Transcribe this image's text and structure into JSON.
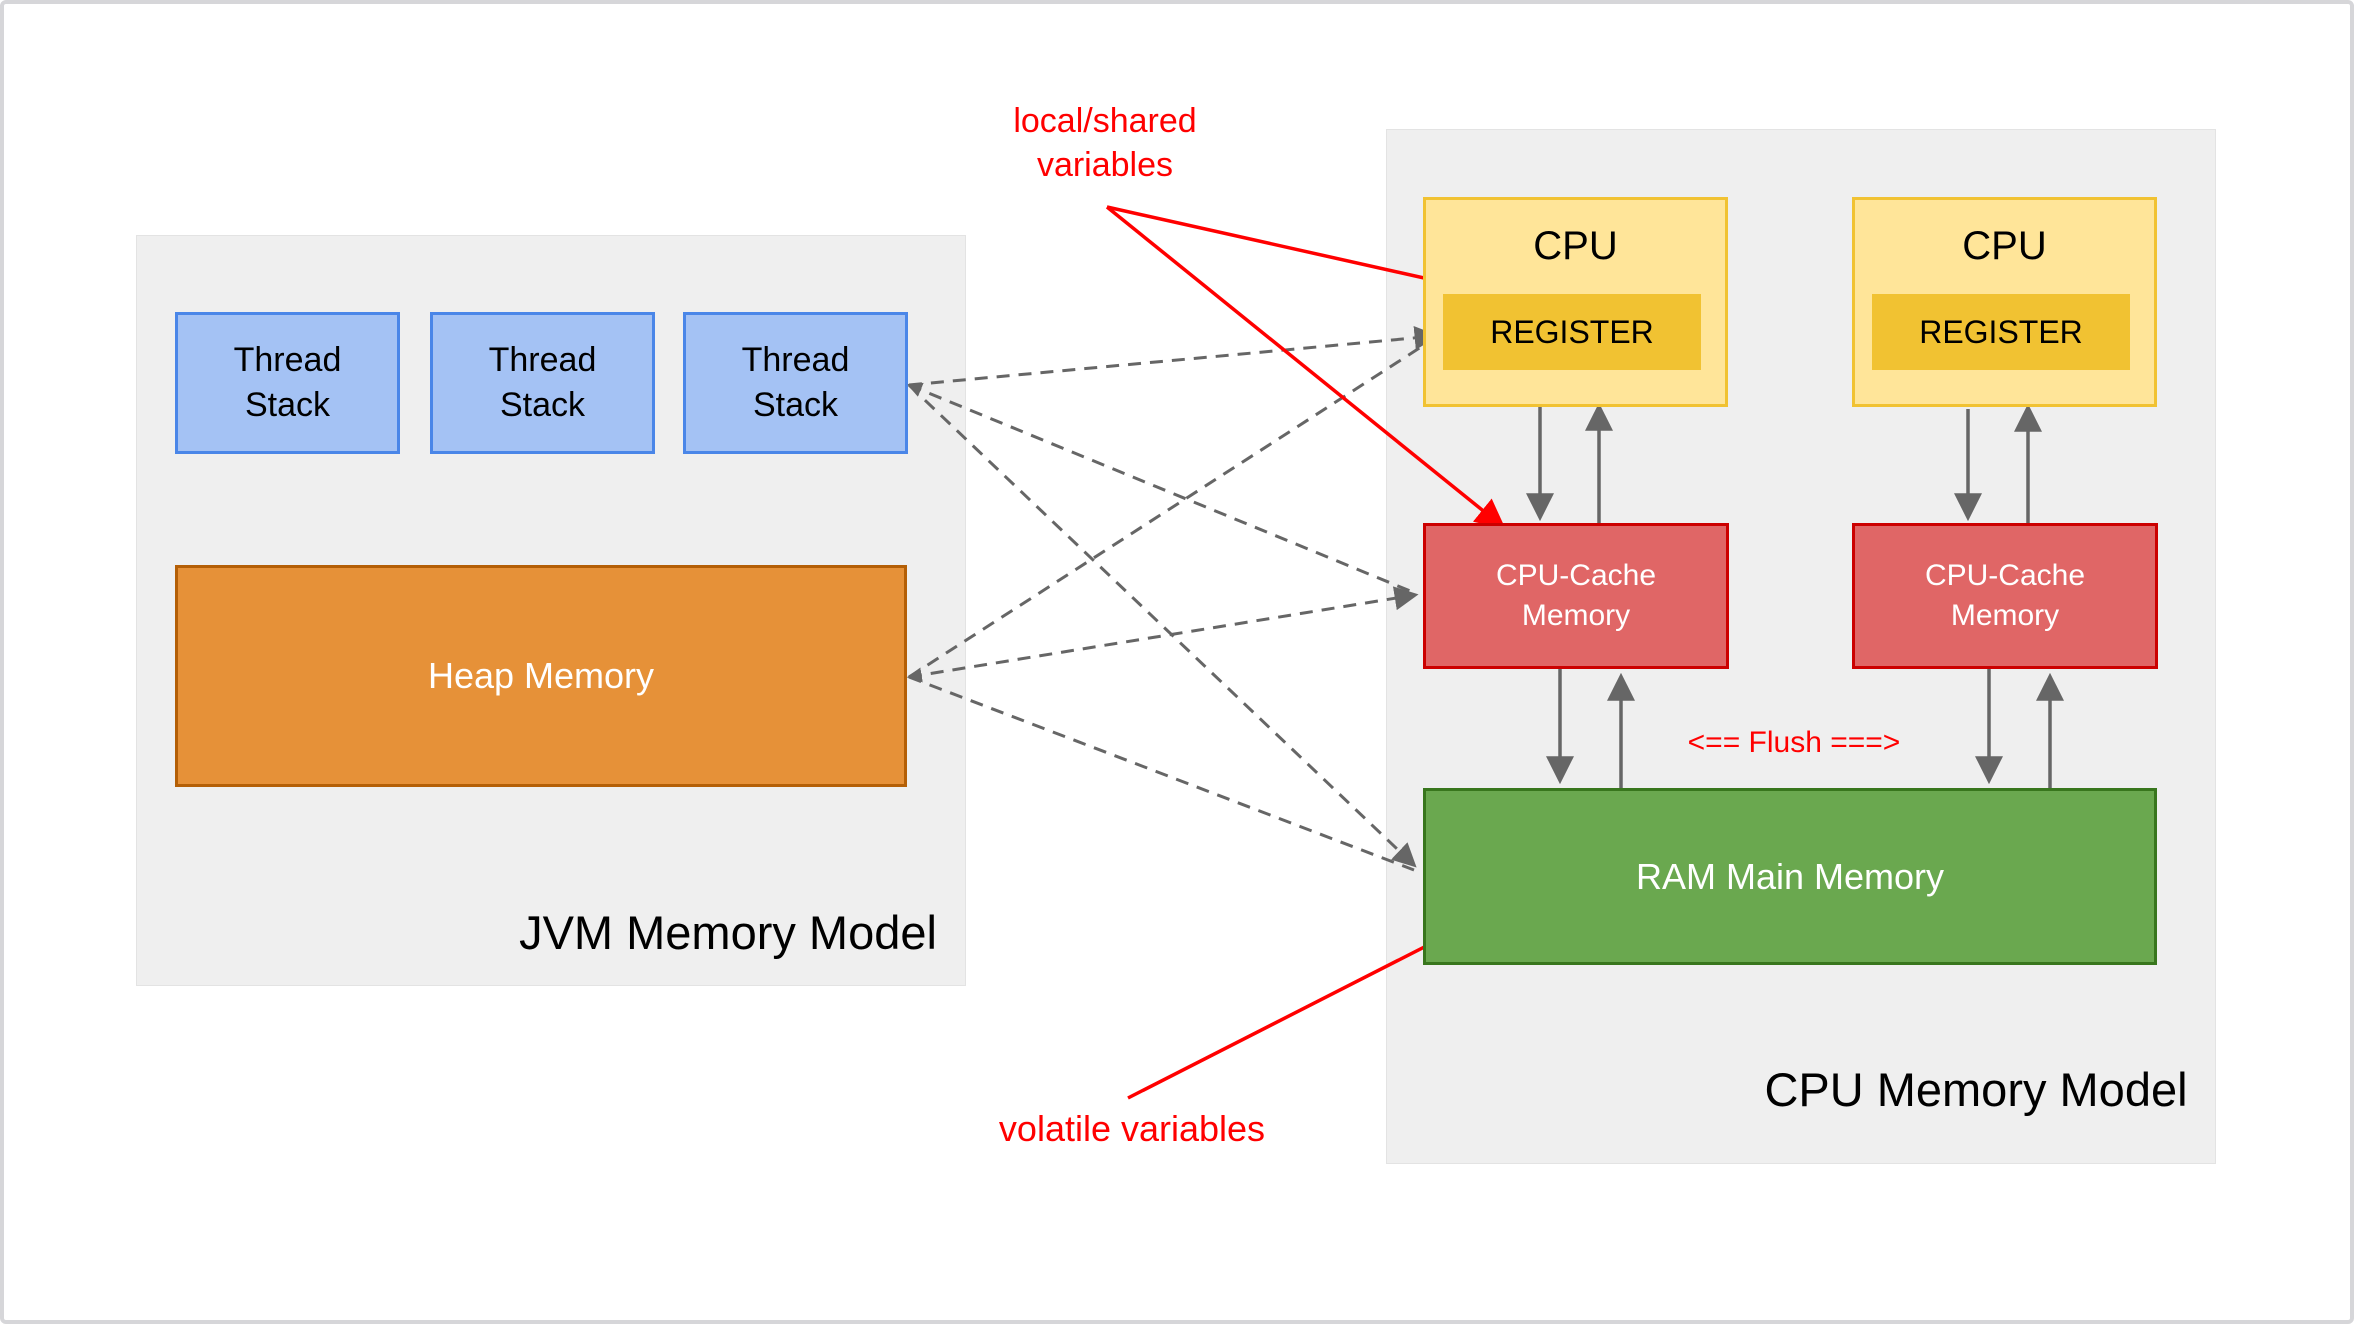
{
  "frame": {
    "background": "#ffffff",
    "border": "#d6d6d9"
  },
  "colors": {
    "container_bg": "#efefef",
    "thread_fill": "#a4c2f4",
    "thread_border": "#4a86e8",
    "heap_fill": "#e69138",
    "heap_border": "#b45f06",
    "cpu_fill": "#ffe599",
    "cpu_border": "#f1c232",
    "register_fill": "#f1c232",
    "cache_fill": "#e06666",
    "cache_border": "#cc0000",
    "ram_fill": "#6aa84f",
    "ram_border": "#38761d",
    "arrow_gray": "#666666",
    "arrow_red": "#ff0000",
    "text_dark": "#000000",
    "text_light": "#ffffff"
  },
  "jvm": {
    "title": "JVM Memory Model",
    "thread_stacks": [
      {
        "label": "Thread Stack"
      },
      {
        "label": "Thread Stack"
      },
      {
        "label": "Thread Stack"
      }
    ],
    "heap": {
      "label": "Heap Memory"
    }
  },
  "cpu_model": {
    "title": "CPU Memory Model",
    "flush_label": "<== Flush ===>",
    "cpus": [
      {
        "label": "CPU",
        "register_label": "REGISTER"
      },
      {
        "label": "CPU",
        "register_label": "REGISTER"
      }
    ],
    "caches": [
      {
        "label": "CPU-Cache Memory"
      },
      {
        "label": "CPU-Cache Memory"
      }
    ],
    "ram": {
      "label": "RAM Main Memory"
    }
  },
  "annotations": {
    "local_shared_label": "local/shared variables",
    "volatile_label": "volatile variables"
  }
}
